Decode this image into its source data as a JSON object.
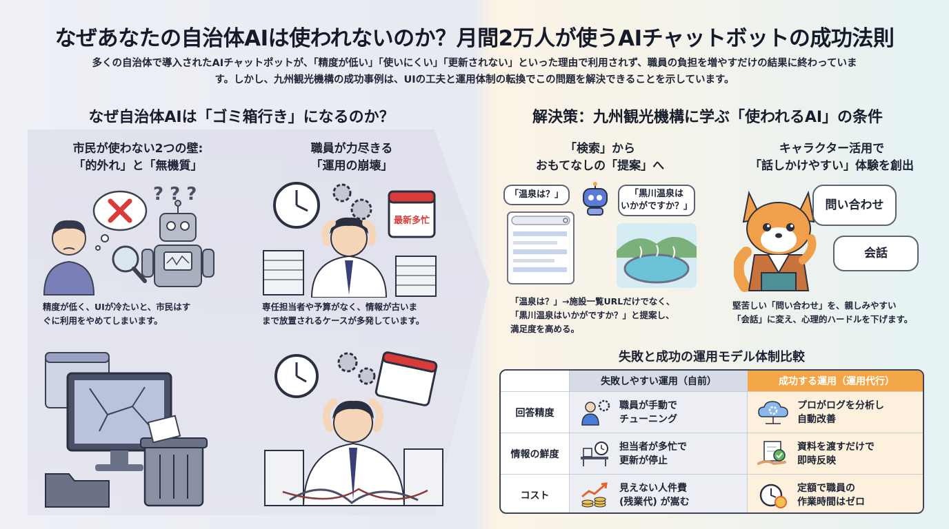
{
  "title": "なぜあなたの自治体AIは使われないのか？月間2万人が使うAIチャットボットの成功法則",
  "lead": {
    "line1": "多くの自治体で導入されたAIチャットポットが、「精度が低い」「使いにくい」「更新されない」といった理由で利用されず、職員の負担を増やすだけの結果に終わっていま",
    "line2": "す。しかし、九州観光機構の成功事例は、UIの工夫と運用体制の転換でこの問題を解決できることを示しています。"
  },
  "left": {
    "heading": "なぜ自治体AIは「ゴミ箱行き」になるのか？",
    "citizen": {
      "heading_l1": "市民が使わない2つの壁:",
      "heading_l2": "「的外れ」と「無機質」",
      "caption_l1": "精度が低く、UIが冷たいと、市民はす",
      "caption_l2": "ぐに利用をやめてしまいます。",
      "question_marks": "? ? ?"
    },
    "staff": {
      "heading_l1": "職員が力尽きる",
      "heading_l2": "「運用の崩壊」",
      "calendar_label": "最新多忙",
      "caption_l1": "専任担当者や予算がなく、情報が古いま",
      "caption_l2": "まで放置されるケースが多発しています。"
    }
  },
  "right": {
    "heading": "解決策：九州観光機構に学ぶ「使われるAI」の条件",
    "proposal": {
      "heading_l1": "「検索」から",
      "heading_l2": "おもてなしの「提案」へ",
      "bubble_user": "「温泉は？」",
      "bubble_bot_l1": "「黒川温泉は",
      "bubble_bot_l2": "いかがですか？」",
      "caption_l1": "「温泉は？」→施設一覧URLだけでなく、",
      "caption_l2": "「黒川温泉はいかがですか？」と提案し、",
      "caption_l3": "満足度を高める。"
    },
    "character": {
      "heading_l1": "キャラクター活用で",
      "heading_l2": "「話しかけやすい」体験を創出",
      "bubble_1": "問い合わせ",
      "bubble_2": "会話",
      "caption_l1": "堅苦しい「問い合わせ」を、親しみやすい",
      "caption_l2": "「会話」に変え、心理的ハードルを下げます。"
    },
    "comparison": {
      "heading": "失敗と成功の運用モデル体制比較",
      "col_fail": "失敗しやすい運用（自前）",
      "col_success": "成功する運用（運用代行）",
      "rows": [
        {
          "label": "回答精度",
          "fail_l1": "職員が手動で",
          "fail_l2": "チューニング",
          "success_l1": "プロがログを分析し",
          "success_l2": "自動改善"
        },
        {
          "label": "情報の鮮度",
          "fail_l1": "担当者が多忙で",
          "fail_l2": "更新が停止",
          "success_l1": "資料を渡すだけで",
          "success_l2": "即時反映"
        },
        {
          "label": "コスト",
          "fail_l1": "見えない人件費",
          "fail_l2": "(残業代) が嵩む",
          "success_l1": "定額で職員の",
          "success_l2": "作業時間はゼロ"
        }
      ]
    }
  },
  "colors": {
    "accent_orange": "#f2a647",
    "navy": "#1d2233",
    "red_x": "#d93a3a"
  },
  "icons": [
    "cross-icon",
    "magnifier-icon",
    "robot-icon",
    "clock-icon",
    "gear-icon",
    "calendar-icon",
    "search-window-icon",
    "robot-chat-icon",
    "onsen-icon",
    "fox-mascot-icon",
    "worker-gear-icon",
    "cloud-gear-icon",
    "desk-clock-icon",
    "document-check-icon",
    "coin-chart-icon",
    "clock-coin-icon"
  ]
}
